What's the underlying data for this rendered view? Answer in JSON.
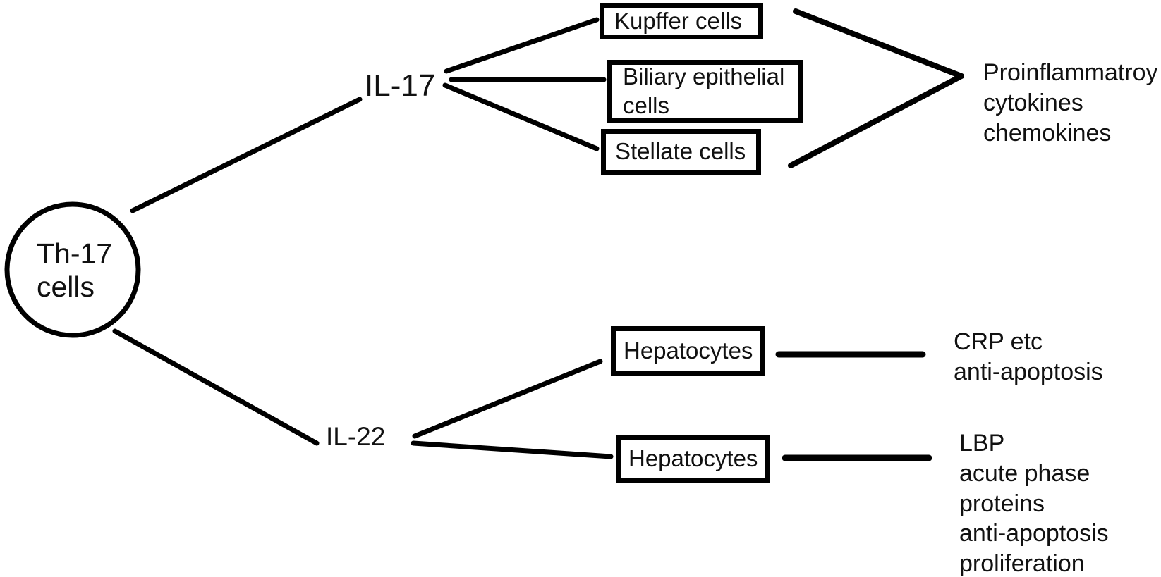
{
  "diagram": {
    "colors": {
      "background": "#ffffff",
      "line": "#000000",
      "text": "#111111"
    },
    "source_node": {
      "label": "Th-17\ncells",
      "shape": "circle"
    },
    "mediators": [
      {
        "label": "IL-17"
      },
      {
        "label": "IL-22"
      }
    ],
    "target_nodes": [
      {
        "label": "Kupffer cells"
      },
      {
        "label": "Biliary epithelial\ncells"
      },
      {
        "label": "Stellate cells"
      },
      {
        "label": "Hepatocytes"
      },
      {
        "label": "Hepatocytes"
      }
    ],
    "outcomes": [
      {
        "label": "Proinflammatroy\ncytokines\nchemokines"
      },
      {
        "label": "CRP etc\nanti-apoptosis"
      },
      {
        "label": "LBP\nacute phase\nproteins\nanti-apoptosis\nproliferation"
      }
    ],
    "edges": [
      {
        "from": "Th-17 cells",
        "to": "IL-17"
      },
      {
        "from": "Th-17 cells",
        "to": "IL-22"
      },
      {
        "from": "IL-17",
        "to": "Kupffer cells"
      },
      {
        "from": "IL-17",
        "to": "Biliary epithelial cells"
      },
      {
        "from": "IL-17",
        "to": "Stellate cells"
      },
      {
        "from": "Kupffer cells",
        "to": "Proinflammatroy cytokines chemokines"
      },
      {
        "from": "Stellate cells",
        "to": "Proinflammatroy cytokines chemokines"
      },
      {
        "from": "IL-22",
        "to": "Hepatocytes (upper)"
      },
      {
        "from": "IL-22",
        "to": "Hepatocytes (lower)"
      },
      {
        "from": "Hepatocytes (upper)",
        "to": "CRP etc anti-apoptosis"
      },
      {
        "from": "Hepatocytes (lower)",
        "to": "LBP acute phase proteins anti-apoptosis proliferation"
      }
    ]
  }
}
